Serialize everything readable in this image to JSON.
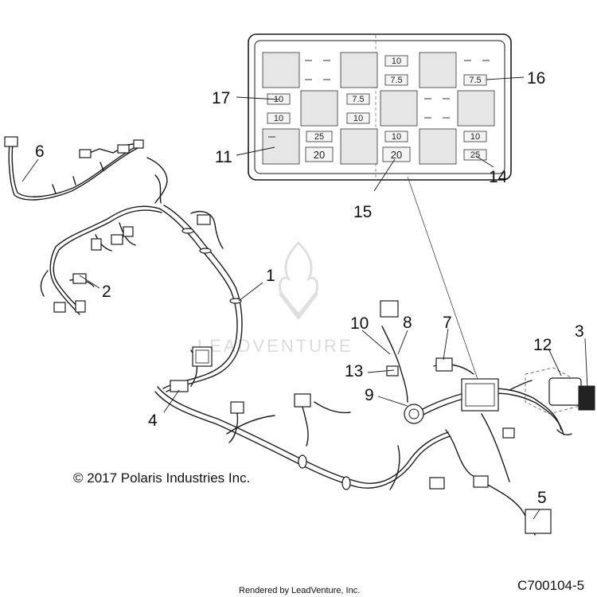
{
  "diagram": {
    "callouts": [
      "1",
      "2",
      "3",
      "4",
      "5",
      "6",
      "7",
      "8",
      "9",
      "10",
      "11",
      "12",
      "13",
      "14",
      "15",
      "16",
      "17"
    ],
    "fuse_values": {
      "top_center_a": "10",
      "top_center_b": "7.5",
      "right_top": "7.5",
      "left_a": "10",
      "left_b": "10",
      "mid_a": "7.5",
      "mid_b": "10",
      "bottom_left": "25",
      "bottom_left_big": "20",
      "bottom_center": "10",
      "bottom_center_big": "20",
      "bottom_right_a": "10",
      "bottom_right_b": "25"
    },
    "copyright": "© 2017 Polaris Industries Inc.",
    "rendered_by": "Rendered by LeadVenture, Inc.",
    "diagram_id": "C700104-5",
    "watermark": "LEADVENTURE"
  }
}
